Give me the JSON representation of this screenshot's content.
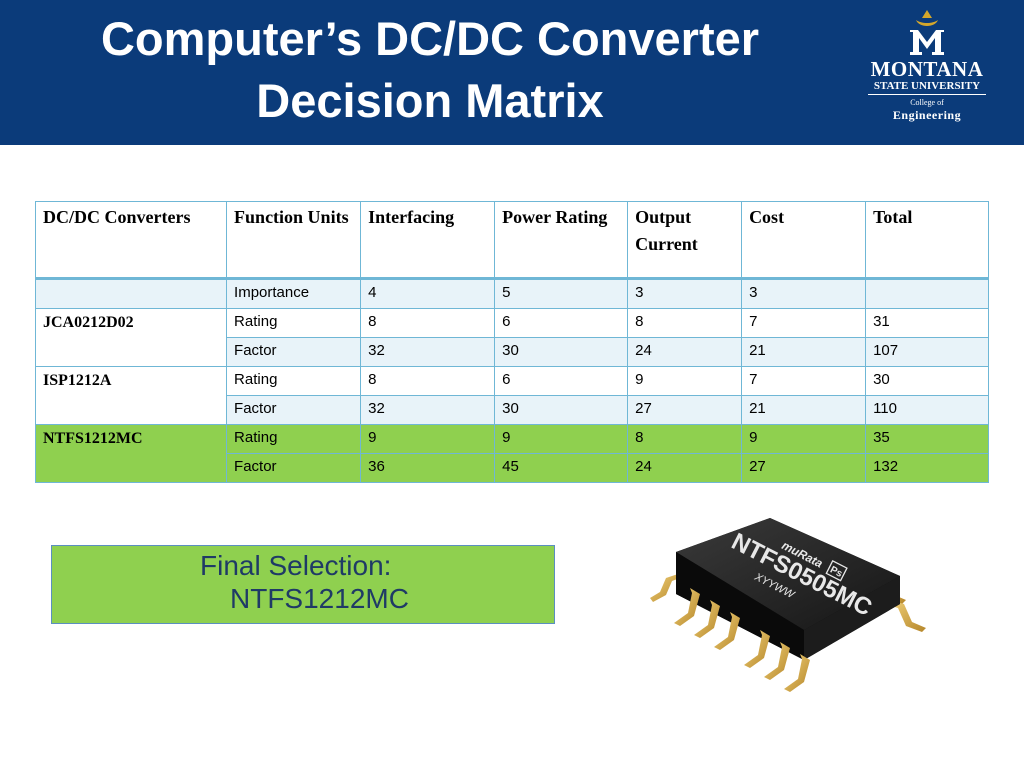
{
  "slide": {
    "title_line1": "Computer’s DC/DC Converter",
    "title_line2": "Decision Matrix"
  },
  "logo": {
    "line1": "MONTANA",
    "line2": "STATE UNIVERSITY",
    "line3": "College of",
    "line4": "Engineering",
    "icon": "msu-m-mountain-icon"
  },
  "table": {
    "headers": [
      "DC/DC Converters",
      "Function Units",
      "Interfacing",
      "Power Rating",
      "Output Current",
      "Cost",
      "Total"
    ],
    "importance_row": {
      "label": "Importance",
      "values": [
        "4",
        "5",
        "3",
        "3",
        ""
      ]
    },
    "converters": [
      {
        "name": "JCA0212D02",
        "rating": {
          "label": "Rating",
          "values": [
            "8",
            "6",
            "8",
            "7",
            "31"
          ]
        },
        "factor": {
          "label": "Factor",
          "values": [
            "32",
            "30",
            "24",
            "21",
            "107"
          ]
        }
      },
      {
        "name": "ISP1212A",
        "rating": {
          "label": "Rating",
          "values": [
            "8",
            "6",
            "9",
            "7",
            "30"
          ]
        },
        "factor": {
          "label": "Factor",
          "values": [
            "32",
            "30",
            "27",
            "21",
            "110"
          ]
        }
      },
      {
        "name": "NTFS1212MC",
        "rating": {
          "label": "Rating",
          "values": [
            "9",
            "9",
            "8",
            "9",
            "35"
          ]
        },
        "factor": {
          "label": "Factor",
          "values": [
            "36",
            "45",
            "24",
            "27",
            "132"
          ]
        }
      }
    ]
  },
  "final_selection": {
    "line1": "Final Selection:",
    "line2": "NTFS1212MC"
  },
  "chip_image": {
    "icon": "smd-dc-converter-chip-photo",
    "brand": "muRata",
    "brand_mark": "Ps",
    "part": "NTFS0505MC",
    "code": "XYYWW"
  },
  "colors": {
    "banner": "#0b3b7a",
    "selected_row": "#8fd04f",
    "table_border": "#6fb7d6",
    "tinted_row": "#e8f3f9",
    "final_text": "#1f3a66"
  }
}
